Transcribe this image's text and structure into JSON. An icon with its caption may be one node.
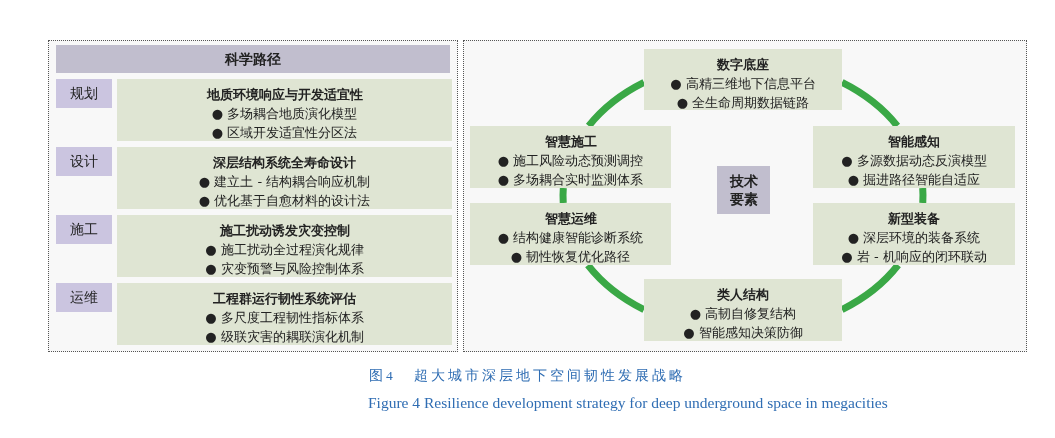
{
  "diagram": {
    "caption": "图4 超大城市深层地下空间韧性发展战略",
    "nodes": [
      {
        "text": [
          "科学路径"
        ]
      },
      {
        "text": [
          "规划"
        ],
        "in": 0
      },
      {
        "text": [
          "地质环境响应与开发适宜性",
          "● 多场耦合地质演化模型",
          "● 区域开发适宜性分区法"
        ],
        "in": 0
      },
      {
        "text": [
          "设计"
        ],
        "in": 0
      },
      {
        "text": [
          "深层结构系统全寿命设计",
          "● 建立土 - 结构耦合响应机制",
          "● 优化基于自愈材料的设计法"
        ],
        "in": 0
      },
      {
        "text": [
          "施工"
        ],
        "in": 0
      },
      {
        "text": [
          "施工扰动诱发灾变控制",
          "● 施工扰动全过程演化规律",
          "● 灾变预警与风险控制体系"
        ],
        "in": 0
      },
      {
        "text": [
          "运维"
        ],
        "in": 0
      },
      {
        "text": [
          "工程群运行韧性系统评估",
          "● 多尺度工程韧性指标体系",
          "● 级联灾害的耦联演化机制"
        ],
        "in": 0
      },
      {
        "text": [],
        "shape": "box"
      },
      {
        "text": [
          "数字底座",
          "● 高精三维地下信息平台",
          "● 全生命周期数据链路"
        ],
        "in": 9
      },
      {
        "text": [
          "智慧施工",
          "● 施工风险动态预测调控",
          "● 多场耦合实时监测体系"
        ],
        "in": 9
      },
      {
        "text": [
          "智能感知",
          "● 多源数据动态反演模型",
          "● 掘进路径智能自适应"
        ],
        "in": 9
      },
      {
        "text": [
          "技术要素"
        ],
        "in": 9
      },
      {
        "text": [
          "智慧运维",
          "● 结构健康智能诊断系统",
          "● 韧性恢复优化路径"
        ],
        "in": 9
      },
      {
        "text": [
          "新型装备",
          "● 深层环境的装备系统",
          "● 岩 - 机响应的闭环联动"
        ],
        "in": 9
      },
      {
        "text": [
          "类人结构",
          "● 高韧自修复结构",
          "● 智能感知决策防御"
        ],
        "in": 9
      }
    ],
    "edges": [
      {
        "from": 10,
        "to": 12,
        "arrow": "none"
      },
      {
        "from": 12,
        "to": 15,
        "arrow": "none"
      },
      {
        "from": 15,
        "to": 16,
        "arrow": "none"
      },
      {
        "from": 16,
        "to": 14,
        "arrow": "none"
      },
      {
        "from": 14,
        "to": 11,
        "arrow": "none"
      },
      {
        "from": 11,
        "to": 10,
        "arrow": "none"
      }
    ],
    "labels": [
      "Figure 4 Resilience development strategy for deep underground space in megacities"
    ]
  }
}
